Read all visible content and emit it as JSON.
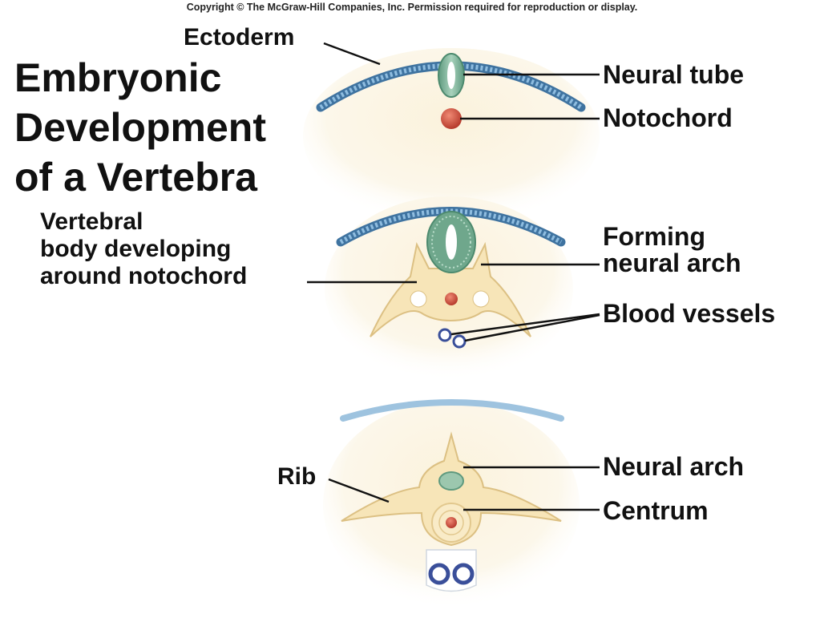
{
  "copyright": "Copyright © The McGraw-Hill Companies, Inc. Permission required for reproduction or display.",
  "title_lines": [
    "Embryonic",
    "Development",
    "of a Vertebra"
  ],
  "labels": {
    "ectoderm": "Ectoderm",
    "neural_tube": "Neural tube",
    "notochord": "Notochord",
    "vertebral_body": [
      "Vertebral",
      "body developing",
      "around notochord"
    ],
    "forming_neural_arch": [
      "Forming",
      "neural arch"
    ],
    "blood_vessels": "Blood vessels",
    "rib": "Rib",
    "neural_arch": "Neural arch",
    "centrum": "Centrum"
  },
  "colors": {
    "ectoderm": "#6f9fc4",
    "tissue": "#fbf4e2",
    "bone": "#f6e3b4",
    "bone_edge": "#d9b877",
    "neural_tube": "#6fa78c",
    "notochord": "#c84a3c",
    "vessel": "#3a4f9a",
    "line": "#111111"
  }
}
